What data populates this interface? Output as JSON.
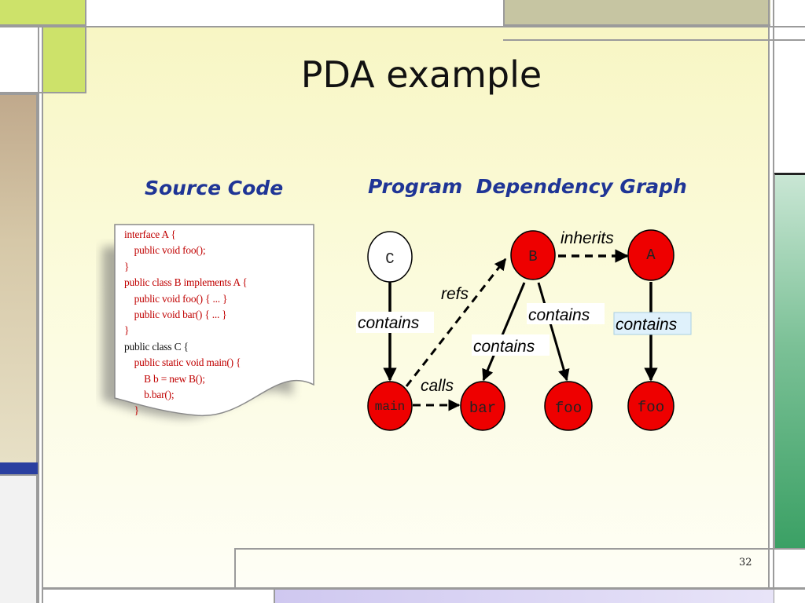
{
  "slide": {
    "title": "PDA example",
    "page_number": "32"
  },
  "left_heading": "Source Code",
  "right_heading": "Program  Dependency Graph",
  "code_lines": [
    {
      "text": "interface A {",
      "color": "#c00000"
    },
    {
      "text": "    public void foo();",
      "color": "#c00000"
    },
    {
      "text": "}",
      "color": "#c00000"
    },
    {
      "text": "public class B implements A {",
      "color": "#c00000"
    },
    {
      "text": "    public void foo() { ... }",
      "color": "#c00000"
    },
    {
      "text": "    public void bar() { ... }",
      "color": "#c00000"
    },
    {
      "text": "}",
      "color": "#c00000"
    },
    {
      "text": "public class C {",
      "color": "#111111"
    },
    {
      "text": "    public static void main() {",
      "color": "#c00000"
    },
    {
      "text": "        B b = new B();",
      "color": "#c00000"
    },
    {
      "text": "        b.bar();",
      "color": "#c00000"
    },
    {
      "text": "    }",
      "color": "#c00000"
    }
  ],
  "graph": {
    "nodes": {
      "C": "C",
      "B": "B",
      "A": "A",
      "main": "main",
      "bar": "bar",
      "fooB": "foo",
      "fooA": "foo"
    },
    "edge_labels": {
      "inherits": "inherits",
      "refs": "refs",
      "contains_c": "contains",
      "contains_b_foo": "contains",
      "contains_b_bar": "contains",
      "contains_a": "contains",
      "calls": "calls"
    }
  },
  "colors": {
    "node_red": "#ee0000",
    "node_white": "#ffffff",
    "heading_blue": "#1f3596",
    "code_red": "#c00000",
    "accent_green": "#cde26a",
    "accent_olive": "#c6c5a2",
    "accent_teal": "#3aa064"
  }
}
